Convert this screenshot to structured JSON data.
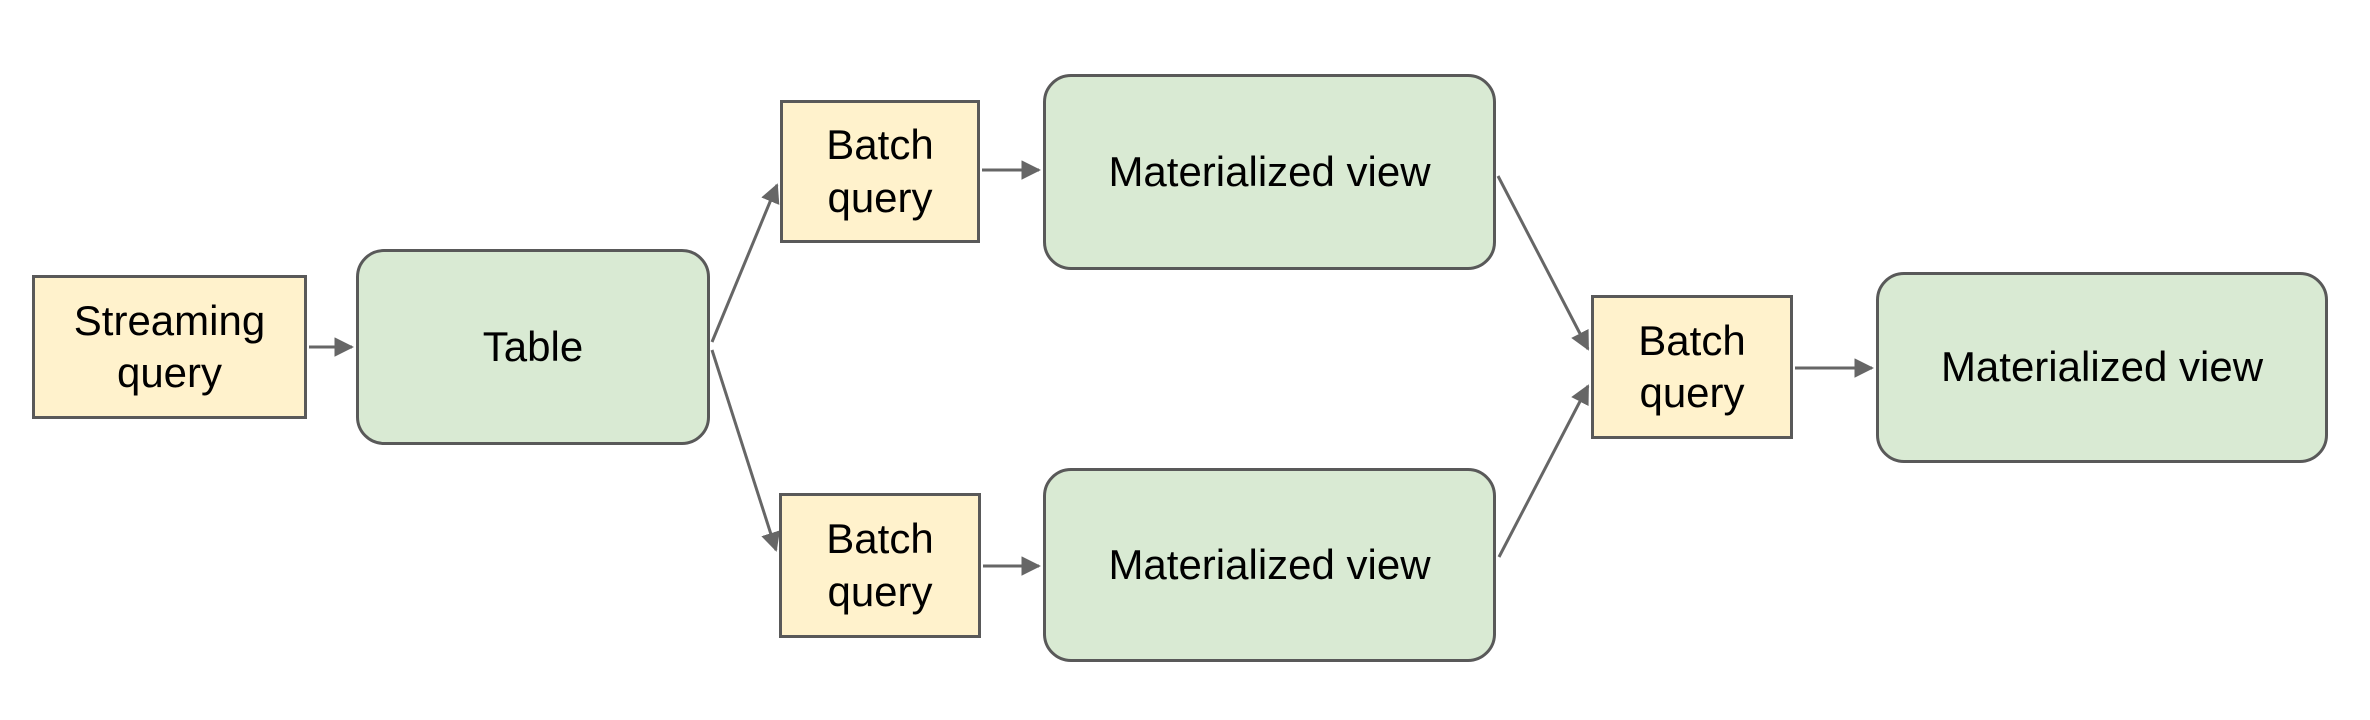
{
  "diagram": {
    "colors": {
      "background": "#ffffff",
      "query_fill": "#fff2cc",
      "table_fill": "#d9ead3",
      "border": "#595959",
      "arrow": "#666666",
      "text": "#000000"
    },
    "nodes": {
      "streaming_query": {
        "label": "Streaming query",
        "kind": "query"
      },
      "table": {
        "label": "Table",
        "kind": "table"
      },
      "batch_query_top": {
        "label": "Batch query",
        "kind": "query"
      },
      "materialized_view_top": {
        "label": "Materialized view",
        "kind": "table"
      },
      "batch_query_bottom": {
        "label": "Batch query",
        "kind": "query"
      },
      "materialized_view_bottom": {
        "label": "Materialized view",
        "kind": "table"
      },
      "batch_query_final": {
        "label": "Batch query",
        "kind": "query"
      },
      "materialized_view_final": {
        "label": "Materialized view",
        "kind": "table"
      }
    },
    "edges": [
      {
        "from": "streaming_query",
        "to": "table"
      },
      {
        "from": "table",
        "to": "batch_query_top"
      },
      {
        "from": "table",
        "to": "batch_query_bottom"
      },
      {
        "from": "batch_query_top",
        "to": "materialized_view_top"
      },
      {
        "from": "batch_query_bottom",
        "to": "materialized_view_bottom"
      },
      {
        "from": "materialized_view_top",
        "to": "batch_query_final"
      },
      {
        "from": "materialized_view_bottom",
        "to": "batch_query_final"
      },
      {
        "from": "batch_query_final",
        "to": "materialized_view_final"
      }
    ]
  }
}
